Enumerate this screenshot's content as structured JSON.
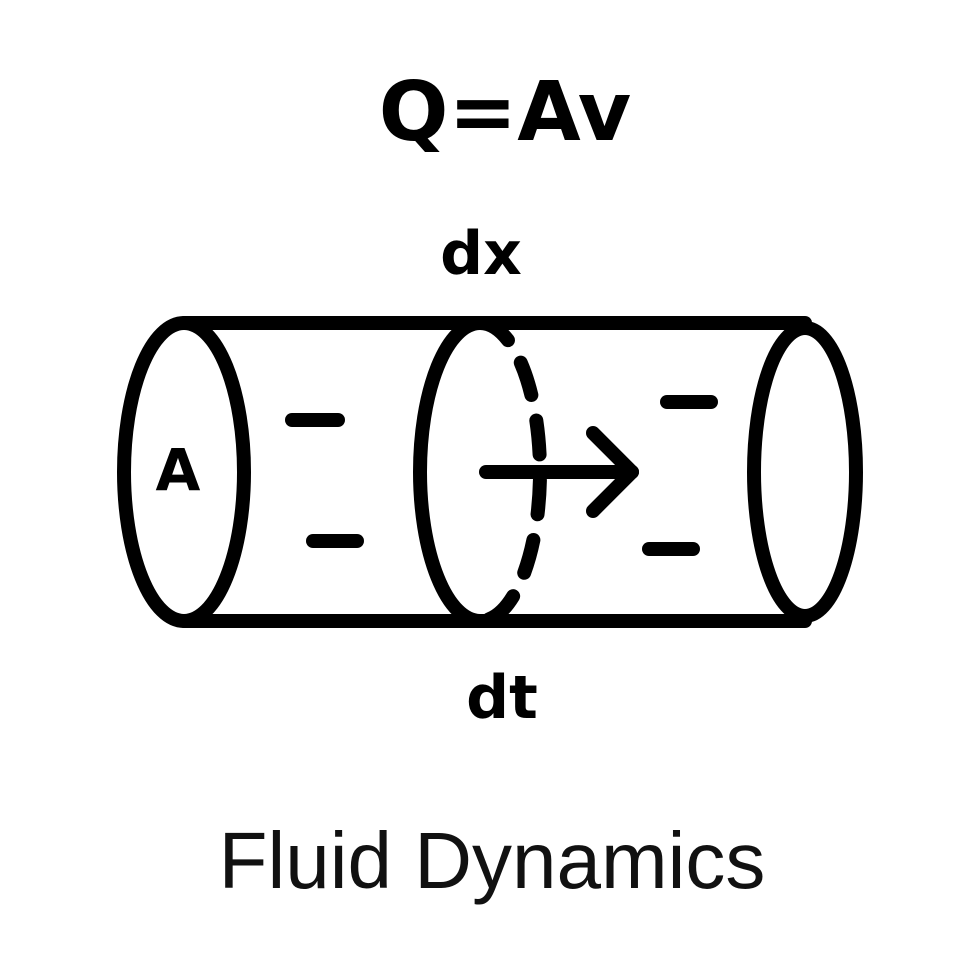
{
  "formula": "Q=Av",
  "top_label": "dx",
  "bottom_label": "dt",
  "area_label": "A",
  "caption": "Fluid Dynamics",
  "colors": {
    "line": "#000000",
    "background": "#ffffff"
  },
  "icons": {
    "flow_arrow": "arrow-right-icon"
  }
}
